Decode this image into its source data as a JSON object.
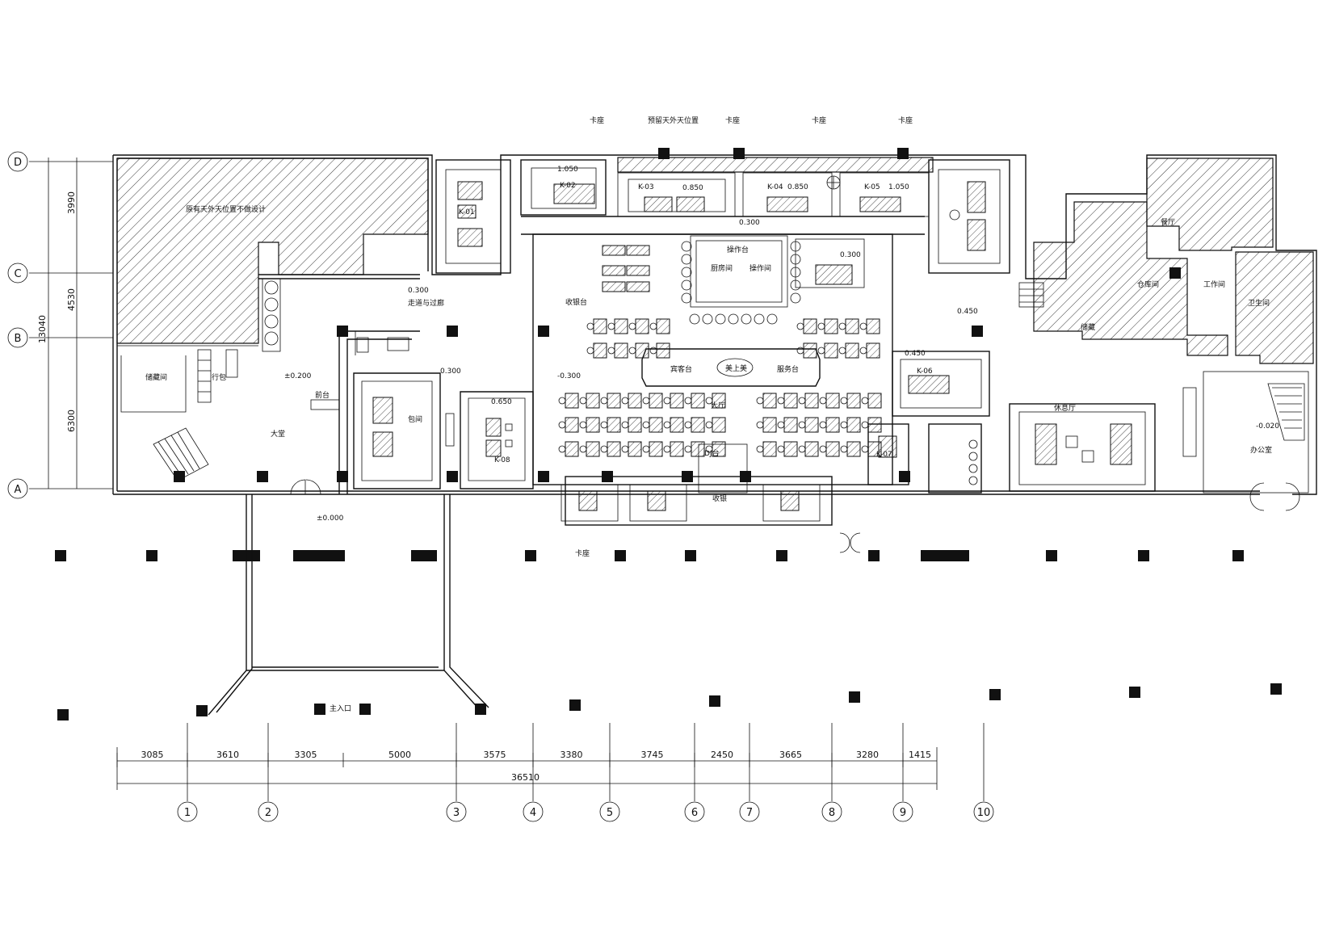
{
  "axes_vertical": [
    {
      "id": "A"
    },
    {
      "id": "B"
    },
    {
      "id": "C"
    },
    {
      "id": "D"
    }
  ],
  "axes_horizontal": [
    {
      "id": "1"
    },
    {
      "id": "2"
    },
    {
      "id": "3"
    },
    {
      "id": "4"
    },
    {
      "id": "5"
    },
    {
      "id": "6"
    },
    {
      "id": "7"
    },
    {
      "id": "8"
    },
    {
      "id": "9"
    },
    {
      "id": "10"
    }
  ],
  "dims_left": {
    "total": "13040",
    "segments": [
      "3990",
      "4530",
      "6300"
    ]
  },
  "dims_bottom": {
    "total": "36510",
    "segments": [
      "3085",
      "3610",
      "3305",
      "5000",
      "3575",
      "3380",
      "3745",
      "2450",
      "3665",
      "3280",
      "1415"
    ]
  },
  "labels": {
    "top_1": "卡座",
    "top_2": "预留天外天位置",
    "top_3": "卡座",
    "top_4": "卡座",
    "top_5": "卡座",
    "hatched_big": "原有天外天位置不做设计",
    "store_room": "储藏间",
    "luggage": "行包",
    "hall": "大堂",
    "reception": "前台",
    "corridor": "走道与过廊",
    "private_room_left": "包间",
    "lobby_center": "大厅",
    "bar": "收银台",
    "stage_left": "宾客台",
    "stage_center": "美上美",
    "stage_right": "服务台",
    "workbench": "操作台",
    "kitchen_a": "厨房间",
    "kitchen_b": "操作间",
    "main_entrance": "主入口",
    "bottom_window": "卡座",
    "right_rest": "休息厅",
    "right_store_1": "仓库间",
    "right_store_2": "工作间",
    "right_wc": "卫生间",
    "right_office": "办公室",
    "right_lounge": "餐厅",
    "right_storage": "储藏",
    "bottom_cashier": "收银",
    "bottom_stage_note": "DJ台"
  },
  "elevations": {
    "entrance": "±0.000",
    "hall": "±0.200",
    "corridor": "0.300",
    "room_left": "0.300",
    "lobby": "-0.300",
    "booth_right": "0.450",
    "top_strip": "0.300",
    "right_area": "0.450",
    "right_end": "-0.020"
  },
  "room_tags": {
    "k1": "K-01",
    "k2": "K-02",
    "k3": "K-03",
    "k4": "K-04",
    "k5": "K-05",
    "k6": "K-06",
    "k7": "K-07",
    "k8": "K-08",
    "n1": "1.050",
    "n2": "0.850",
    "n3": "0.850",
    "n4": "1.050",
    "n5": "0.650",
    "n6": "0.300"
  }
}
